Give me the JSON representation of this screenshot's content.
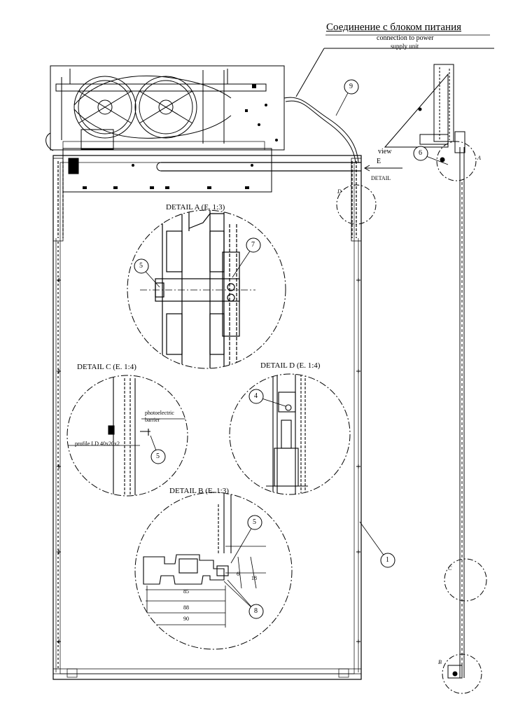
{
  "header": {
    "title": "Соединение с блоком питания",
    "subtitle_line1": "connection to power",
    "subtitle_line2": "supply unit"
  },
  "view": {
    "view_word": "view",
    "view_letter": "E",
    "detail_word": "DETAIL"
  },
  "details": {
    "a": "DETAIL A (E. 1:3)",
    "b": "DETAIL B (E. 1:3)",
    "c": "DETAIL C (E. 1:4)",
    "d": "DETAIL D (E. 1:4)"
  },
  "annotations": {
    "photo_line1": "photoelectric",
    "photo_line2": "barrier",
    "profile": "profile LD 40x20x2"
  },
  "dimensions": {
    "d85": "85",
    "d88": "88",
    "d90": "90",
    "d6": "6",
    "d18": "18"
  },
  "callouts": {
    "c1": "1",
    "c4": "4",
    "c5a": "5",
    "c5b": "5",
    "c5c": "5",
    "c6": "6",
    "c7": "7",
    "c8": "8",
    "c9": "9"
  },
  "side_letters": {
    "a": "A",
    "b": "B",
    "c": "C",
    "d": "D"
  }
}
